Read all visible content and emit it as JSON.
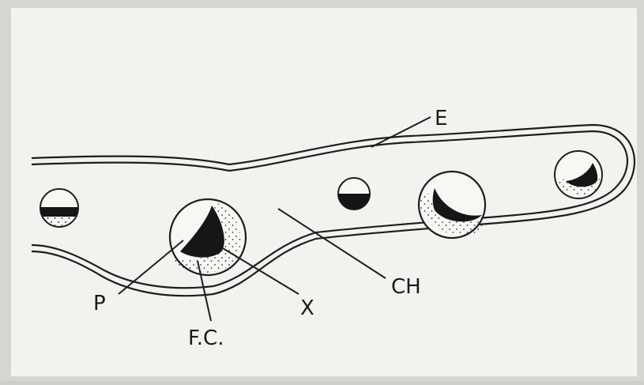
{
  "diagram": {
    "labels": {
      "e": "E",
      "ch": "CH",
      "p": "P",
      "x": "X",
      "fc": "F.C."
    },
    "colors": {
      "paper": "#f3f3ef",
      "border": "#d4d4cf",
      "ink": "#1e1e1e"
    }
  }
}
